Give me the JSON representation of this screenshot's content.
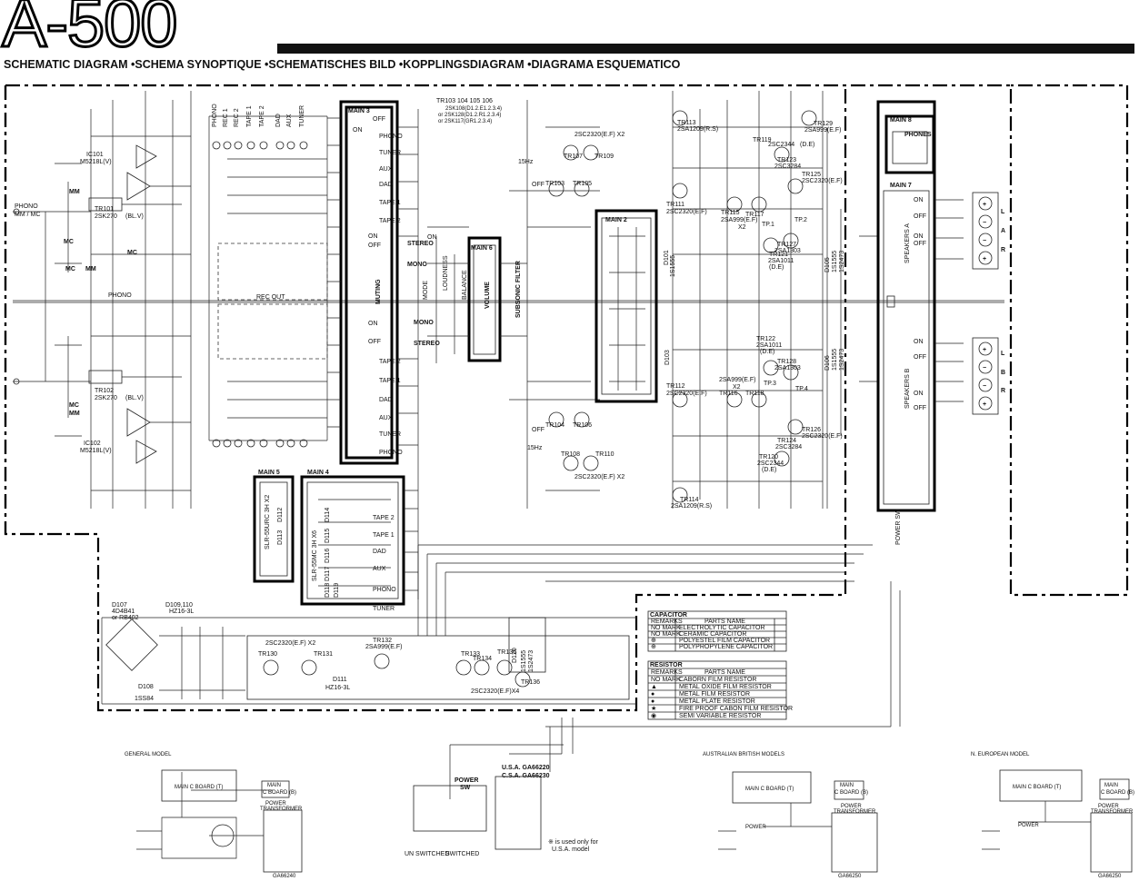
{
  "header": {
    "model": "A-500",
    "subtitle": "SCHEMATIC DIAGRAM •SCHEMA SYNOPTIQUE •SCHEMATISCHES BILD •KOPPLINGSDIAGRAM •DIAGRAMA ESQUEMATICO"
  },
  "input_labels": [
    "PHONO",
    "AUX",
    "DAD",
    "TAPE 1",
    "TAPE 2",
    "TUNER"
  ],
  "rec_labels": [
    "REC 1",
    "REC 2"
  ],
  "boards": {
    "main3": "MAIN 3",
    "main2": "MAIN 2",
    "main4": "MAIN 4",
    "main5": "MAIN 5",
    "main6": "MAIN 6",
    "main7": "MAIN 7",
    "main8": "MAIN 8"
  },
  "selector_positions": [
    "PHONO",
    "TUNER",
    "AUX",
    "DAD",
    "TAPE 1",
    "TAPE 2"
  ],
  "selector_positions_lower": [
    "TAPE 2",
    "TAPE 1",
    "DAD",
    "AUX",
    "TUNER",
    "PHONO"
  ],
  "main4_positions": [
    "TAPE 2",
    "TAPE 1",
    "DAD",
    "AUX",
    "PHONO",
    "TUNER"
  ],
  "switch_labels": {
    "off": "OFF",
    "on": "ON",
    "stereo": "STEREO",
    "mono": "MONO",
    "muting": "MUTING",
    "mode": "MODE",
    "loudness": "LOUDNESS",
    "balance": "BALANCE",
    "volume": "VOLUME",
    "subsonic": "SUBSONIC FILTER",
    "rec_out": "REC OUT",
    "phones": "PHONES",
    "speakers_a": "SPEAKERS A",
    "speakers_b": "SPEAKERS B",
    "power_sw": "POWER SW",
    "mm_mc": "MM / MC",
    "phono_in": "PHONO",
    "mm": "MM",
    "mc": "MC",
    "hz15": "15Hz"
  },
  "ics": {
    "ic101": "IC101",
    "ic101_part": "M5218L(V)",
    "ic102": "IC102",
    "ic102_part": "M5218L(V)"
  },
  "transistors": {
    "tr101": "TR101",
    "tr101_part": "2SK270",
    "tr101_grade": "(BL.V)",
    "tr102": "TR102",
    "tr102_part": "2SK270",
    "tr102_grade": "(BL.V)",
    "tr103_group": "TR103 104 105 106",
    "tr103_group_a": "2SK108(D1.2.E1.2.3.4)",
    "tr103_group_b": "or 2SK128(D1.2.R1.2.3.4)",
    "tr103_group_c": "or 2SK117(GR1.2.3.4)",
    "tr103": "TR103",
    "tr104": "TR104",
    "tr105": "TR105",
    "tr106": "TR106",
    "tr107": "TR107",
    "tr108": "TR108",
    "tr109": "TR109",
    "tr110": "TR110",
    "q2sc2320_x2": "2SC2320(E.F) X2",
    "tr113": "TR113",
    "tr113_part": "2SA1209(R.S)",
    "tr114": "TR114",
    "tr114_part": "2SA1209(R.S)",
    "tr111": "TR111",
    "tr111_part": "2SC2320(E.F)",
    "tr112": "TR112",
    "tr112_part": "2SC2320(E.F)",
    "tr115": "TR115",
    "tr116": "TR116",
    "tr117": "TR117",
    "tr118": "TR118",
    "q2sa999_x2": "2SA999(E.F)",
    "x2": "X2",
    "tr119": "TR119",
    "tr119_part": "2SC2344",
    "tr119_grade": "(D.E)",
    "tr120": "TR120",
    "tr120_part": "2SC2344",
    "tr120_grade": "(D.E)",
    "tr121": "TR121",
    "tr121_part": "2SA1011",
    "tr121_grade": "(D.E)",
    "tr122": "TR122",
    "tr122_part": "2SA1011",
    "tr122_grade": "(D.E)",
    "tr123": "TR123",
    "tr123_part": "2SC3284",
    "tr124": "TR124",
    "tr124_part": "2SC3284",
    "tr125": "TR125",
    "tr125_part": "2SC2320(E.F)",
    "tr126": "TR126",
    "tr126_part": "2SC2320(E.F)",
    "tr127": "TR127",
    "tr127_part": "2SA1303",
    "tr128": "TR128",
    "tr128_part": "2SA1303",
    "tr129": "TR129",
    "tr129_part": "2SA999(E.F)",
    "tr130": "TR130",
    "tr131": "TR131",
    "tr132": "TR132",
    "tr132_part": "2SA999(E.F)",
    "tr133": "TR133",
    "tr134": "TR134",
    "tr135": "TR135",
    "tr136": "TR136",
    "q2sc2320_x4": "2SC2320(E.F)X4",
    "q2sc2320_ps": "2SC2320(E.F) X2",
    "tp1": "TP.1",
    "tp2": "TP.2",
    "tp3": "TP.3",
    "tp4": "TP.4"
  },
  "diodes": {
    "d107": "D107",
    "d107_part": "4D4B41",
    "d107_alt": "or RB402",
    "d109": "D109,110",
    "d109_part": "HZ16-3L",
    "d108": "D108",
    "d108_part": "1SS84",
    "d111": "D111",
    "d111_part": "HZ16-3L",
    "d101": "D101",
    "d103": "D103",
    "d105": "D105",
    "d106": "D106",
    "d_1s1555": "1S1555",
    "d_1s2473": "1S2473",
    "d_slr": "SLR-55URC 3H X2",
    "d_slr2": "SLR-55MC 3H X6",
    "d112": "D112",
    "d113": "D113",
    "d114": "D114",
    "d115": "D115",
    "d116": "D116",
    "d117": "D117",
    "d118": "D118",
    "d119": "D119",
    "d120": "D120"
  },
  "terminals": {
    "l": "L",
    "r": "R",
    "a": "A",
    "b": "B",
    "plus": "+",
    "minus": "−"
  },
  "capacitor_legend": {
    "title": "CAPACITOR",
    "headers": [
      "REMARKS",
      "PARTS NAME"
    ],
    "rows": [
      [
        "NO MARK",
        "ELECTROLYTIC CAPACITOR"
      ],
      [
        "NO MARK",
        "CERAMIC CAPACITOR"
      ],
      [
        "⊕",
        "POLYESTEL FILM CAPACITOR"
      ],
      [
        "⊕",
        "POLYPROPYLENE CAPACITOR"
      ]
    ]
  },
  "resistor_legend": {
    "title": "RESISTOR",
    "headers": [
      "REMARKS",
      "PARTS NAME"
    ],
    "rows": [
      [
        "NO MARK",
        "CABORN FILM RESISTOR"
      ],
      [
        "▲",
        "METAL OXIDE FILM RESISTOR"
      ],
      [
        "●",
        "METAL FILM RESISTOR"
      ],
      [
        "●",
        "METAL PLATE RESISTOR"
      ],
      [
        "★",
        "FIRE PROOF CABON FILM RESISTOR"
      ],
      [
        "◉",
        "SEMI VARIABLE RESISTOR"
      ]
    ]
  },
  "models": {
    "general": "GENERAL MODEL",
    "australian": "AUSTRALIAN BRITISH MODELS",
    "european": "N. EUROPEAN MODEL",
    "usa": "U.S.A.   GA66220",
    "csa": "C.S.A.   GA66230",
    "usa_note_1": "※ is used only for",
    "usa_note_2": "U.S.A. model",
    "power_sw_1": "POWER",
    "power_sw_2": "SW",
    "unswitched": "UN SWITCHED",
    "switched": "SWITCHED",
    "main_c_board": "MAIN C BOARD (T)",
    "main_c_board_b": "MAIN",
    "main_c_board_b2": "C BOARD (B)",
    "power_transformer": "POWER",
    "power_transformer_2": "TRANSFORMER",
    "power_label": "POWER",
    "ga_general": "GA66240",
    "ga_aus": "GA66250",
    "ga_eur": "GA66250"
  }
}
